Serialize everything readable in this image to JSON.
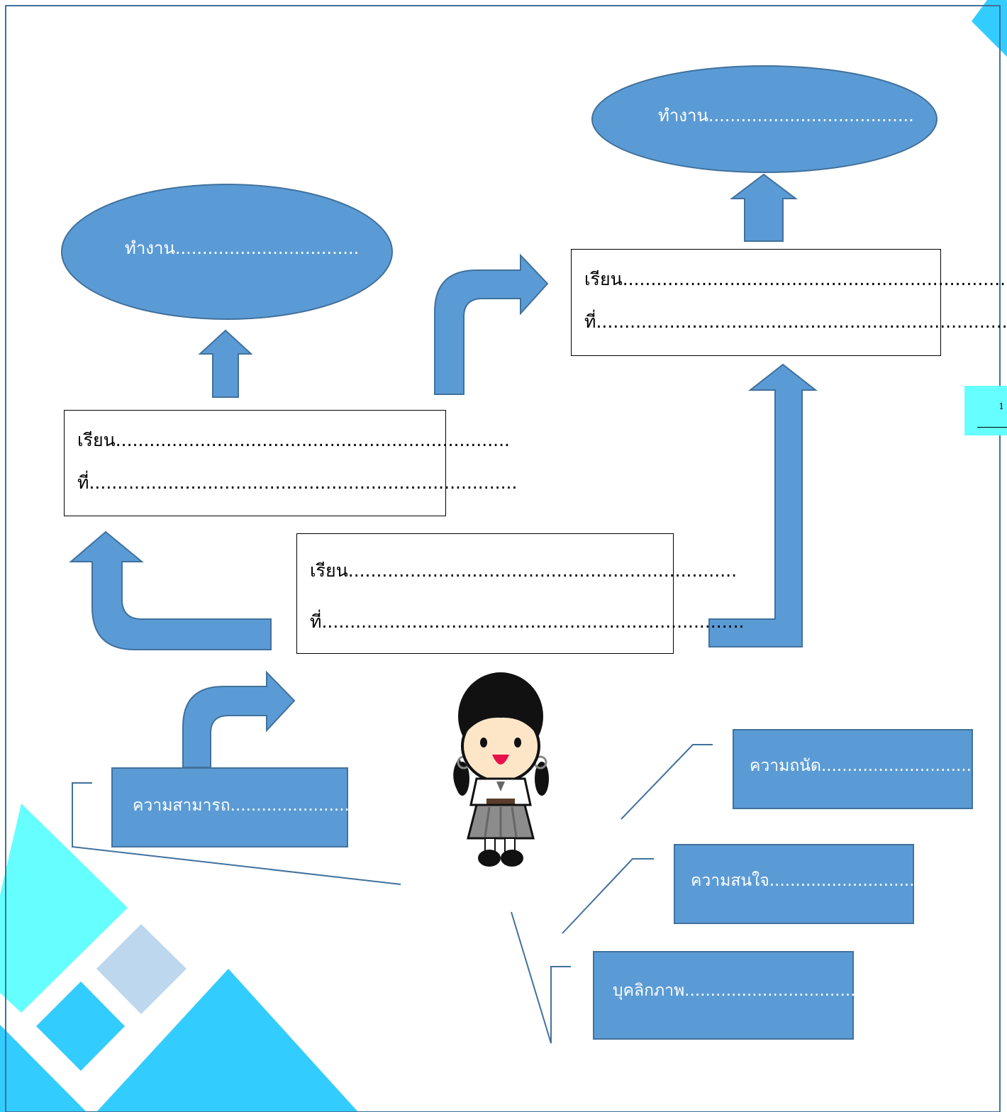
{
  "colors": {
    "shape_fill": "#5b9bd5",
    "shape_stroke": "#41719c",
    "deco_cyan": "#66ffff",
    "deco_blue": "#33ccff",
    "deco_pale": "#bdd7ee",
    "page_border": "#41719c"
  },
  "goals": [
    {
      "label": "ทำงาน......................................"
    },
    {
      "label": "ทำงาน.................................."
    }
  ],
  "study_boxes": [
    {
      "line1": "เรียน.........................................................................",
      "line2": "ที่..............................................................................."
    },
    {
      "line1": "เรียน......................................................................",
      "line2": "ที่............................................................................"
    },
    {
      "line1": "เรียน.....................................................................",
      "line2": "ที่..........................................................................."
    }
  ],
  "factors": {
    "ability": "ความสามารถ.......................",
    "aptitude": "ความถนัด..............................",
    "interest": "ความสนใจ.............................",
    "personality": "บุคลิกภาพ.................................."
  },
  "page_number": "1",
  "icons": {
    "student": "student-girl-icon"
  }
}
